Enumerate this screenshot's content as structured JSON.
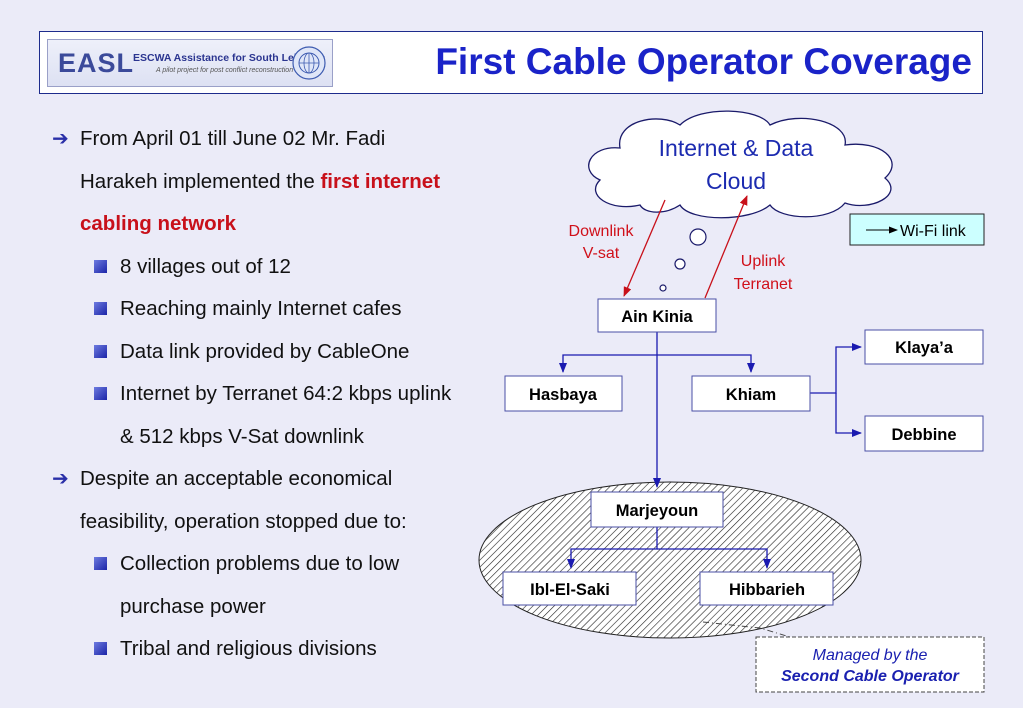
{
  "header": {
    "logo_mark": "EASL",
    "logo_name": "ESCWA Assistance for South Lebanon",
    "logo_tagline": "A pilot project for post conflict reconstruction",
    "title": "First Cable Operator Coverage"
  },
  "bullets": {
    "b1_pre": "From April 01 till June 02 Mr. Fadi",
    "b1_mid": "Harakeh implemented the ",
    "b1_hl1": "first internet",
    "b1_hl2": "cabling network",
    "sub1": "8 villages out of 12",
    "sub2": "Reaching mainly Internet cafes",
    "sub3": "Data link provided by CableOne",
    "sub4a": "Internet by Terranet 64:2 kbps uplink",
    "sub4b": "& 512 kbps V-Sat downlink",
    "b2a": "Despite an acceptable economical",
    "b2b": "feasibility, operation stopped due to:",
    "sub5a": "Collection problems due to low",
    "sub5b": "purchase power",
    "sub6": "Tribal and religious divisions"
  },
  "diagram": {
    "cloud_line1": "Internet & Data",
    "cloud_line2": "Cloud",
    "downlink1": "Downlink",
    "downlink2": "V-sat",
    "uplink1": "Uplink",
    "uplink2": "Terranet",
    "wifi_label": "Wi-Fi link",
    "nodes": {
      "ain_kinia": "Ain Kinia",
      "hasbaya": "Hasbaya",
      "khiam": "Khiam",
      "klaya": "Klaya’a",
      "debbine": "Debbine",
      "marjeyoun": "Marjeyoun",
      "ibl": "Ibl-El-Saki",
      "hibbarieh": "Hibbarieh"
    },
    "managed_line1": "Managed by the",
    "managed_line2": "Second Cable Operator"
  }
}
